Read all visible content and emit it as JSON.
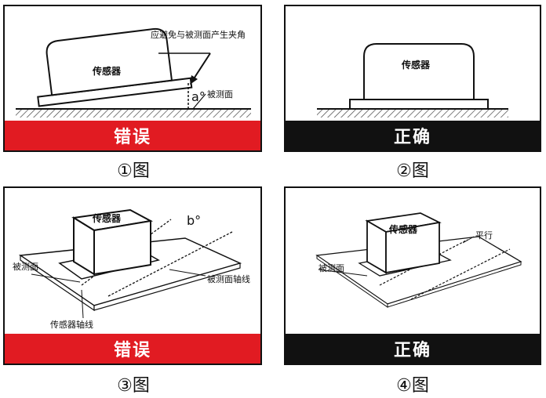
{
  "panels": [
    {
      "status": "错误",
      "caption": "①图",
      "labels": {
        "sensor": "传感器",
        "note": "应避免与被测面产生夹角",
        "angle": "a°",
        "surface": "被测面"
      }
    },
    {
      "status": "正确",
      "caption": "②图",
      "labels": {
        "sensor": "传感器"
      }
    },
    {
      "status": "错误",
      "caption": "③图",
      "labels": {
        "sensor": "传感器",
        "angle": "b°",
        "surface": "被测面",
        "surface_axis": "被测面轴线",
        "sensor_axis": "传感器轴线"
      }
    },
    {
      "status": "正确",
      "caption": "④图",
      "labels": {
        "sensor": "传感器",
        "parallel": "平行",
        "surface": "被测面"
      }
    }
  ],
  "colors": {
    "error": "#e11b22",
    "correct": "#111111"
  }
}
